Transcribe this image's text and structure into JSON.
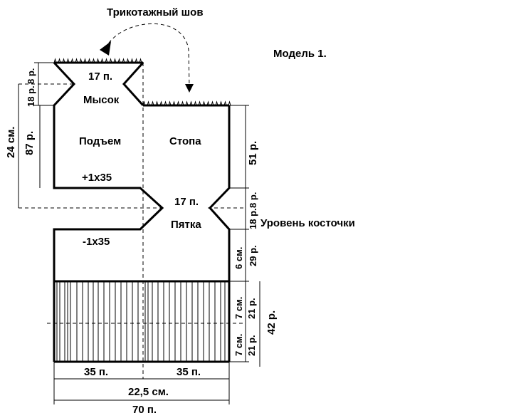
{
  "title": "Модель 1.",
  "seam_label": "Трикотажный шов",
  "parts": {
    "toe": "Мысок",
    "instep": "Подъем",
    "foot": "Стопа",
    "heel": "Пятка"
  },
  "labels": {
    "top_stitches": "17 п.",
    "heel_stitches": "17 п.",
    "increase": "+1х35",
    "decrease": "-1х35",
    "ankle_level": "Уровень косточки"
  },
  "dimensions": {
    "top_narrow_rows": "8 р.",
    "toe_rows": "18 р.",
    "height_cm": "24 см.",
    "instep_rows": "87 р.",
    "foot_rows": "51 р.",
    "heel_narrow_rows": "8 р.",
    "heel_rows": "18 р.",
    "leg_cm": "6 см.",
    "leg_rows": "29 р.",
    "rib_upper_cm": "7 см.",
    "rib_upper_rows": "21 р.",
    "rib_lower_cm": "7 см.",
    "rib_lower_rows": "21 р.",
    "rib_total_rows": "42 р.",
    "left_half_stitches": "35 п.",
    "right_half_stitches": "35 п.",
    "width_cm": "22,5 см.",
    "total_stitches": "70 п."
  }
}
